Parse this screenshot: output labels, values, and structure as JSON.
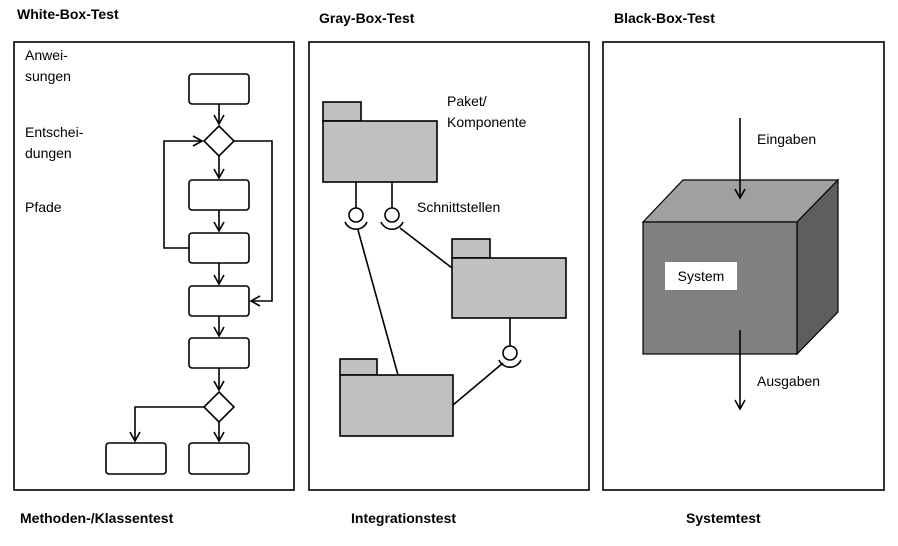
{
  "panels": {
    "white_box": {
      "title": "White-Box-Test",
      "caption": "Methoden-/Klassentest",
      "labels": {
        "anweisungen_1": "Anwei-",
        "anweisungen_2": "sungen",
        "entscheidungen_1": "Entschei-",
        "entscheidungen_2": "dungen",
        "pfade": "Pfade"
      }
    },
    "gray_box": {
      "title": "Gray-Box-Test",
      "caption": "Integrationstest",
      "labels": {
        "paket_1": "Paket/",
        "paket_2": "Komponente",
        "schnittstellen": "Schnittstellen"
      }
    },
    "black_box": {
      "title": "Black-Box-Test",
      "caption": "Systemtest",
      "labels": {
        "eingaben": "Eingaben",
        "system": "System",
        "ausgaben": "Ausgaben"
      }
    }
  }
}
